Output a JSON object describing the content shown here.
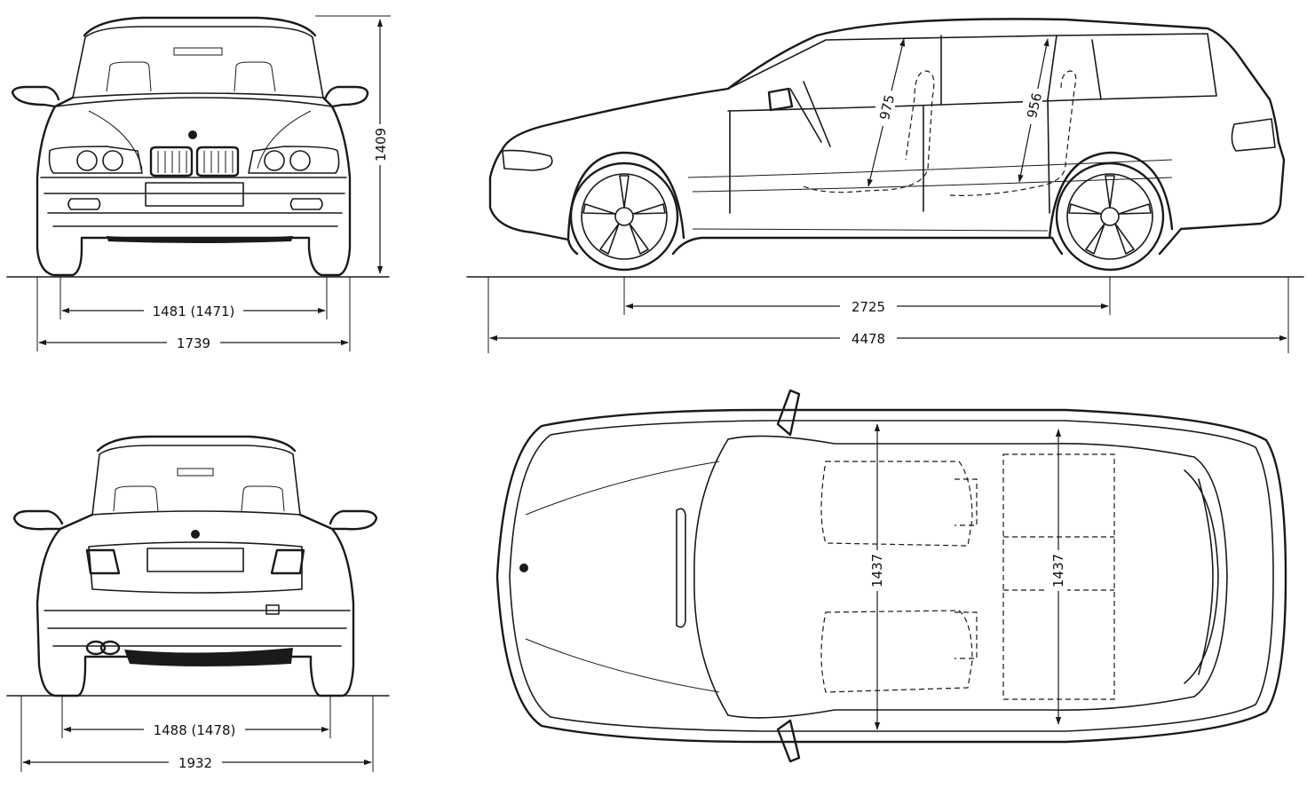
{
  "diagram": {
    "views": {
      "front": {
        "height_label": "1409",
        "track_label": "1481 (1471)",
        "width_label": "1739"
      },
      "side": {
        "wheelbase_label": "2725",
        "length_label": "4478",
        "front_headroom_label": "975",
        "rear_headroom_label": "956"
      },
      "rear": {
        "track_label": "1488 (1478)",
        "width_mirrors_label": "1932"
      },
      "top": {
        "front_interior_width_label": "1437",
        "rear_interior_width_label": "1437"
      }
    }
  }
}
